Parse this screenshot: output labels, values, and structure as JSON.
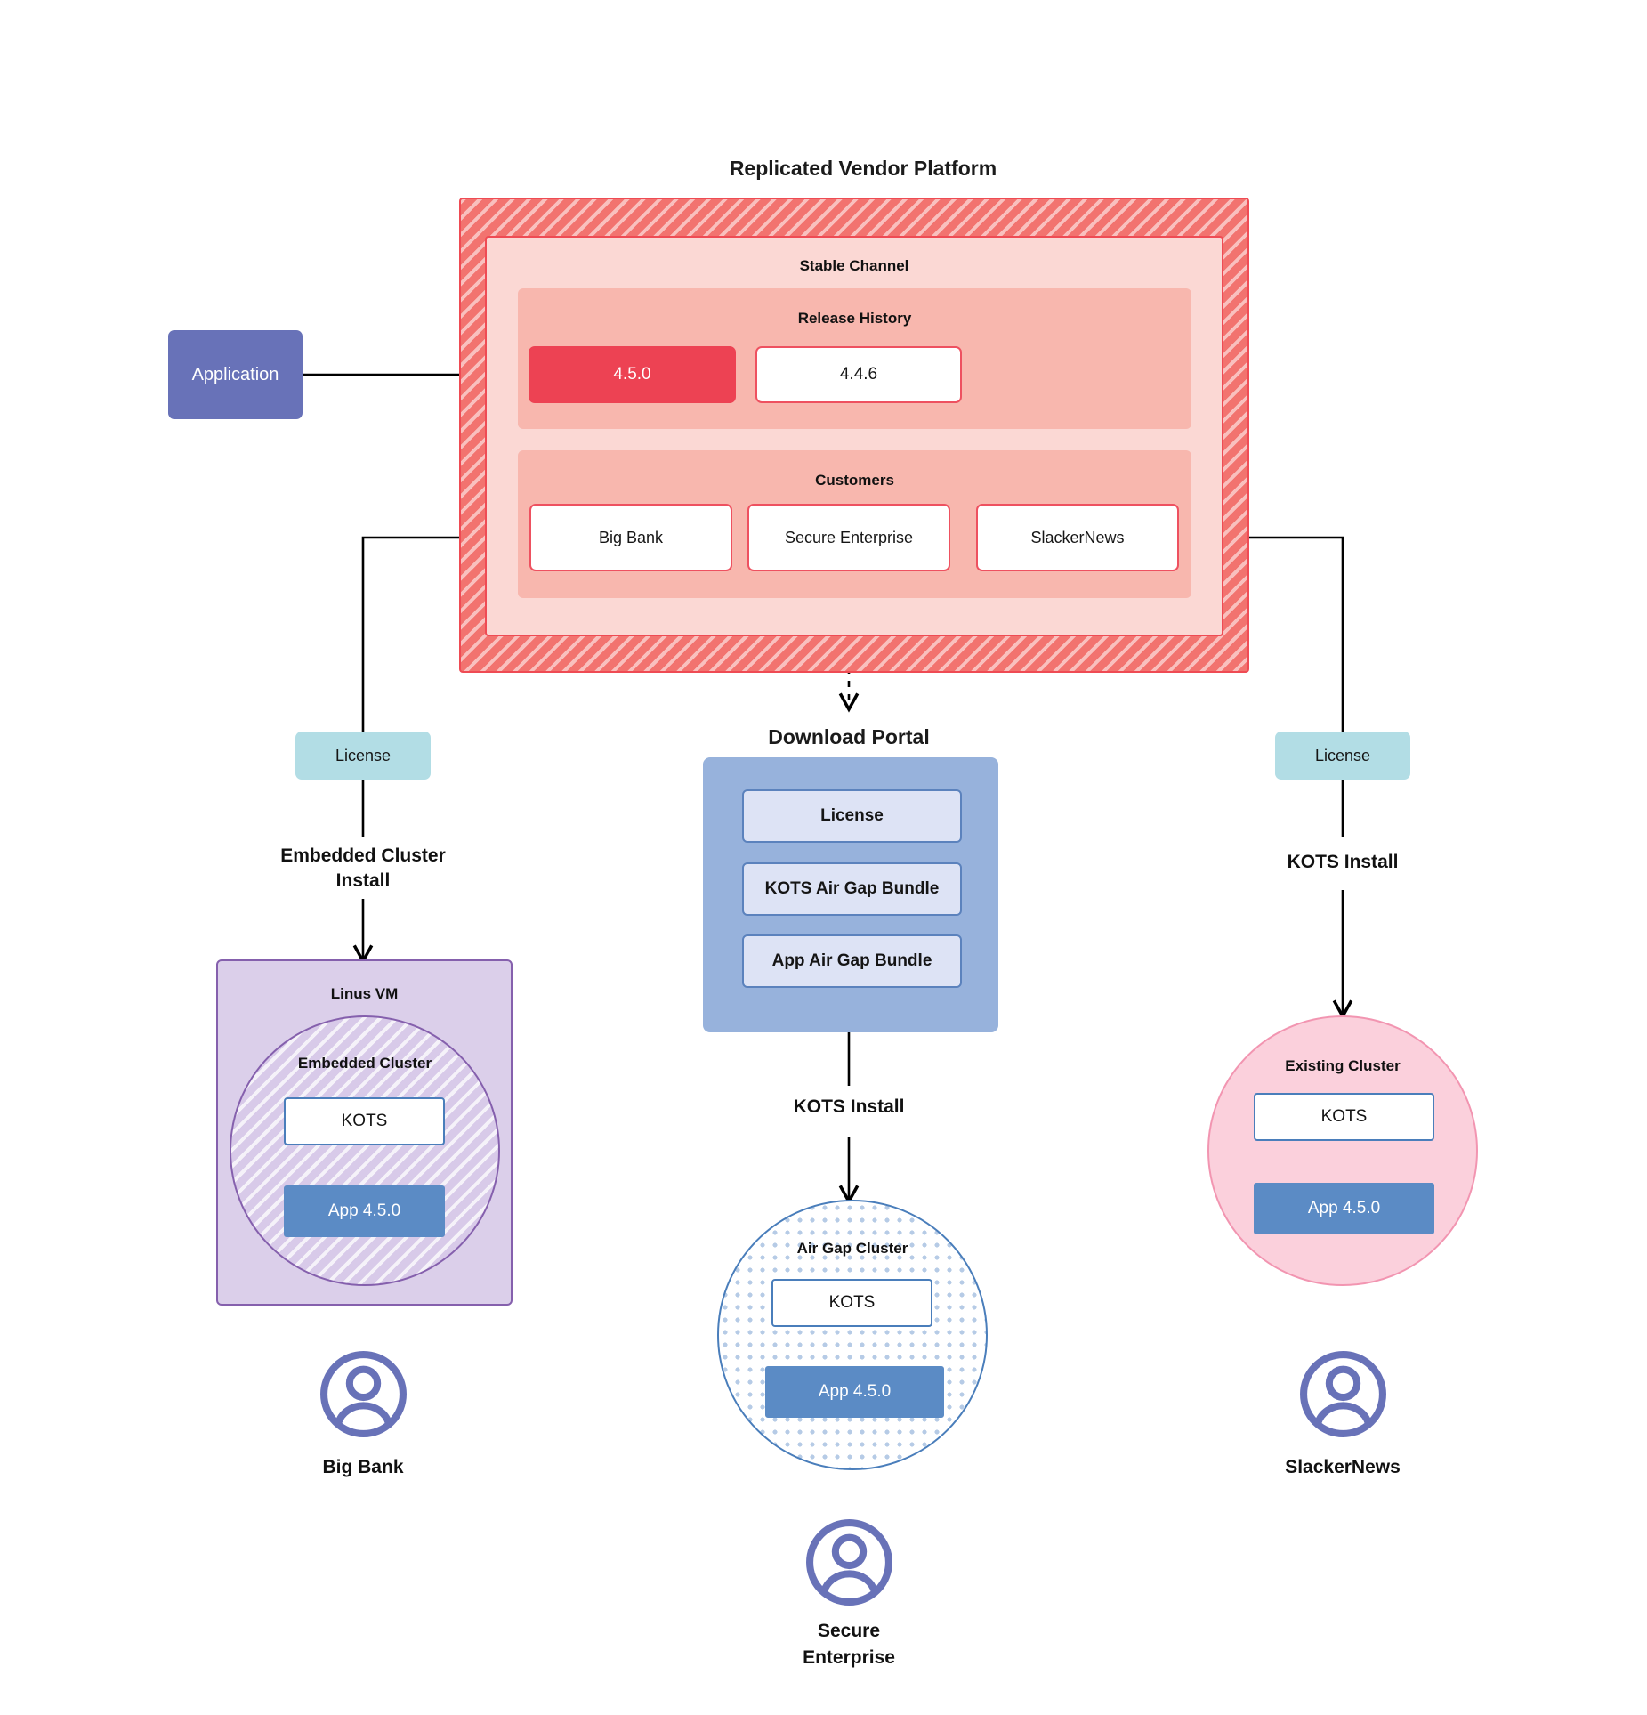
{
  "diagram": {
    "title": "Replicated Vendor Platform",
    "vendor_platform": {
      "channel_label": "Stable Channel",
      "release_history_label": "Release History",
      "releases": [
        {
          "version": "4.5.0",
          "state": "current"
        },
        {
          "version": "4.4.6",
          "state": "previous"
        }
      ],
      "customers_label": "Customers",
      "customers": [
        "Big Bank",
        "Secure Enterprise",
        "SlackerNews"
      ]
    },
    "application_box": {
      "label": "Application"
    },
    "license_left": {
      "label": "License"
    },
    "license_right": {
      "label": "License"
    },
    "download_portal": {
      "title": "Download  Portal",
      "items": [
        "License",
        "KOTS Air Gap Bundle",
        "App Air Gap Bundle"
      ]
    },
    "install_labels": {
      "left": "Embedded Cluster\nInstall",
      "left_line1": "Embedded Cluster",
      "left_line2": "Install",
      "center": "KOTS Install",
      "right": "KOTS Install"
    },
    "left_stack": {
      "vm_label": "Linus VM",
      "cluster_label": "Embedded Cluster",
      "kots_label": "KOTS",
      "app_label": "App 4.5.0",
      "customer_label": "Big Bank"
    },
    "center_stack": {
      "cluster_label": "Air Gap Cluster",
      "kots_label": "KOTS",
      "app_label": "App 4.5.0",
      "customer_label_line1": "Secure",
      "customer_label_line2": "Enterprise"
    },
    "right_stack": {
      "cluster_label": "Existing Cluster",
      "kots_label": "KOTS",
      "app_label": "App 4.5.0",
      "customer_label": "SlackerNews"
    },
    "colors": {
      "vendor_hatch": "#f2736f",
      "vendor_border": "#ef4b54",
      "channel_fill": "#fbd8d4",
      "subsection_fill": "#f8b7ae",
      "release_current": "#ed4253",
      "application": "#6872b8",
      "license": "#b2dde5",
      "portal": "#97b2dc",
      "portal_item": "#dde3f5",
      "vm": "#dbcfea",
      "vm_border": "#8560ad",
      "airgap_border": "#4a7ebb",
      "existing_cluster": "#fbd0dc",
      "existing_border": "#f295b1",
      "app": "#5b8bc5",
      "avatar": "#6872b8",
      "connector": "#000000"
    },
    "icons": {
      "avatar": "user-avatar-icon"
    }
  }
}
